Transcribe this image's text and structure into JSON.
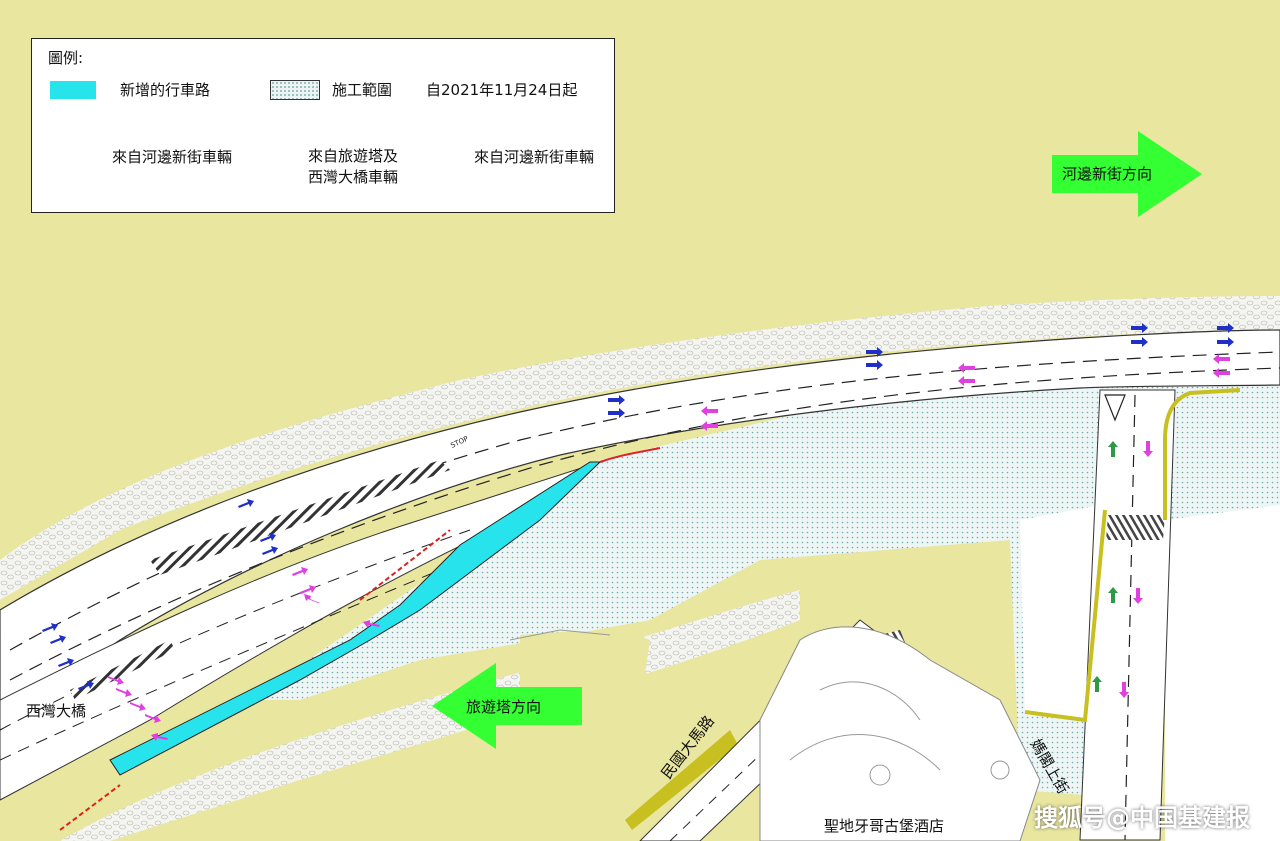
{
  "legend": {
    "title": "圖例:",
    "new_road_label": "新增的行車路",
    "construction_label": "施工範圍",
    "date_label": "自2021年11月24日起",
    "arrow_magenta_label": "來自河邊新街車輛",
    "arrow_blue_label_line1": "來自旅遊塔及",
    "arrow_blue_label_line2": "西灣大橋車輛",
    "arrow_green_label": "來自河邊新街車輛"
  },
  "direction_arrows": {
    "east_label": "河邊新街方向",
    "west_label": "旅遊塔方向"
  },
  "place_labels": {
    "bridge": "西灣大橋",
    "avenida": "民國大馬路",
    "rua": "媽閣上街",
    "hotel": "聖地牙哥古堡酒店"
  },
  "watermark": "搜狐号@中国基建报",
  "colors": {
    "background": "#e9e6a0",
    "new_road": "#27e3ec",
    "arrow_magenta": "#e040e0",
    "arrow_blue": "#1f2fc8",
    "arrow_green": "#2e9a48",
    "direction_arrow": "#33ff33",
    "yellow_line": "#c8c020",
    "red_edge": "#e02020"
  },
  "icons": [
    "arrow-magenta-icon",
    "arrow-blue-icon",
    "arrow-green-icon",
    "direction-arrow-icon"
  ]
}
